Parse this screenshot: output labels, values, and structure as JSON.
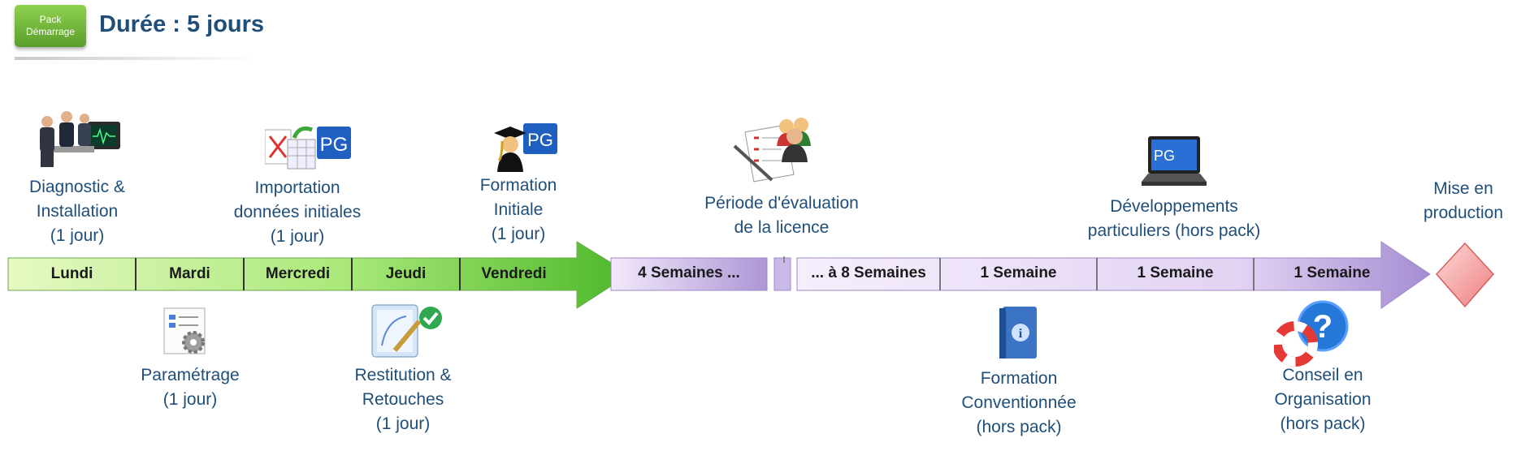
{
  "header": {
    "badge_line1": "Pack",
    "badge_line2": "Démarrage",
    "title": "Durée : 5 jours"
  },
  "timeline": {
    "days": [
      "Lundi",
      "Mardi",
      "Mercredi",
      "Jeudi",
      "Vendredi"
    ],
    "phases": [
      "4 Semaines ...",
      "... à 8 Semaines",
      "1 Semaine",
      "1 Semaine",
      "1 Semaine"
    ],
    "colors": {
      "green_light": "#d8f5a8",
      "green_dark": "#5fc433",
      "purple_light": "#f1e6fb",
      "purple_dark": "#b6a0dc",
      "diamond": "#f08a8a"
    }
  },
  "above_labels": {
    "diagnostic": [
      "Diagnostic &",
      "Installation",
      "(1 jour)"
    ],
    "importation": [
      "Importation",
      "données initiales",
      "(1 jour)"
    ],
    "formation_initiale": [
      "Formation",
      "Initiale",
      "(1 jour)"
    ],
    "evaluation": [
      "Période d'évaluation",
      "de la licence"
    ],
    "developpements": [
      "Développements",
      "particuliers (hors pack)"
    ],
    "mise_en_production": [
      "Mise en",
      "production"
    ]
  },
  "below_labels": {
    "parametrage": [
      "Paramétrage",
      "(1 jour)"
    ],
    "restitution": [
      "Restitution &",
      "Retouches",
      "(1 jour)"
    ],
    "formation_conventionnee": [
      "Formation",
      "Conventionnée",
      "(hors pack)"
    ],
    "conseil": [
      "Conseil en",
      "Organisation",
      "(hors pack)"
    ]
  },
  "icons": {
    "pg_badge": "PG",
    "list": [
      "team-monitor-icon",
      "pdf-spreadsheet-pg-icon",
      "graduate-pg-icon",
      "checklist-people-icon",
      "laptop-pg-icon",
      "settings-document-icon",
      "edit-check-icon",
      "info-book-icon",
      "lifebuoy-help-icon",
      "milestone-diamond-icon"
    ]
  }
}
